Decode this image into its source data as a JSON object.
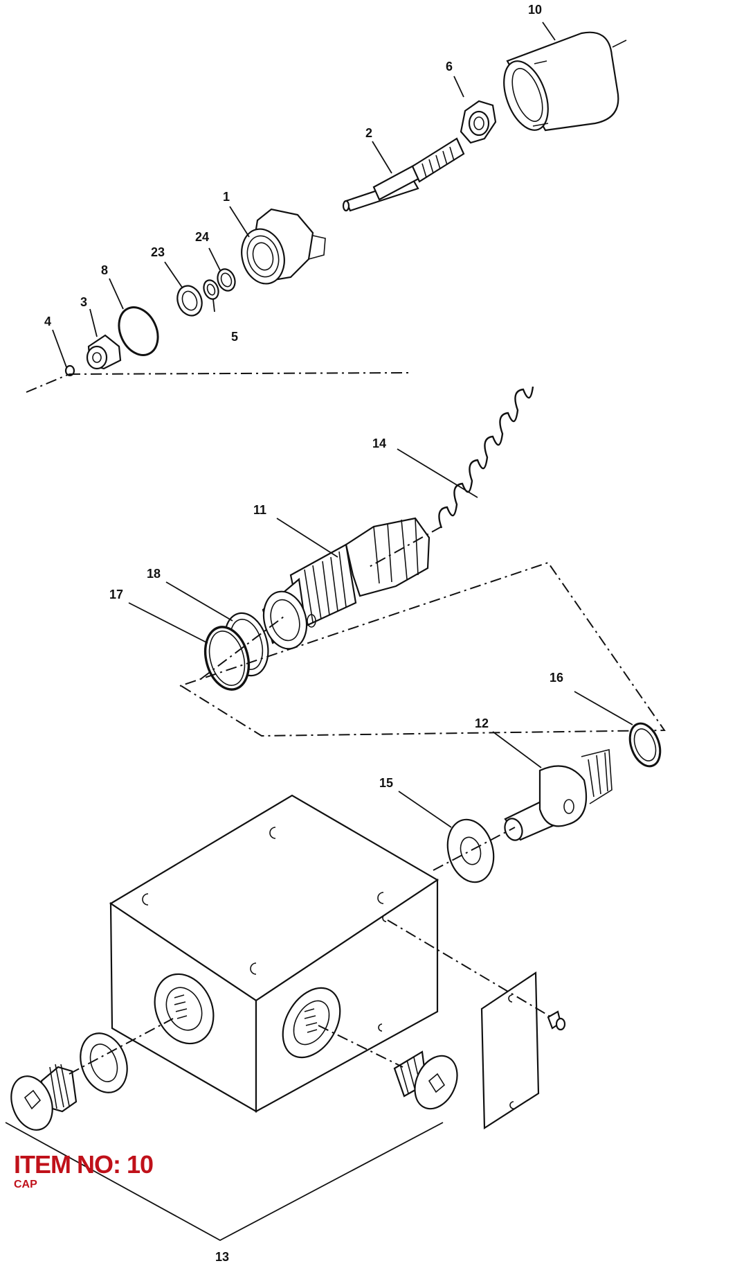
{
  "diagram": {
    "callouts": [
      {
        "id": "c10",
        "label": "10"
      },
      {
        "id": "c6",
        "label": "6"
      },
      {
        "id": "c2",
        "label": "2"
      },
      {
        "id": "c1",
        "label": "1"
      },
      {
        "id": "c24",
        "label": "24"
      },
      {
        "id": "c23",
        "label": "23"
      },
      {
        "id": "c8",
        "label": "8"
      },
      {
        "id": "c3",
        "label": "3"
      },
      {
        "id": "c4",
        "label": "4"
      },
      {
        "id": "c5",
        "label": "5"
      },
      {
        "id": "c14",
        "label": "14"
      },
      {
        "id": "c11",
        "label": "11"
      },
      {
        "id": "c18",
        "label": "18"
      },
      {
        "id": "c17",
        "label": "17"
      },
      {
        "id": "c16",
        "label": "16"
      },
      {
        "id": "c12",
        "label": "12"
      },
      {
        "id": "c15",
        "label": "15"
      },
      {
        "id": "c13",
        "label": "13"
      }
    ]
  },
  "item": {
    "title": "ITEM NO: 10",
    "subtitle": "CAP"
  }
}
